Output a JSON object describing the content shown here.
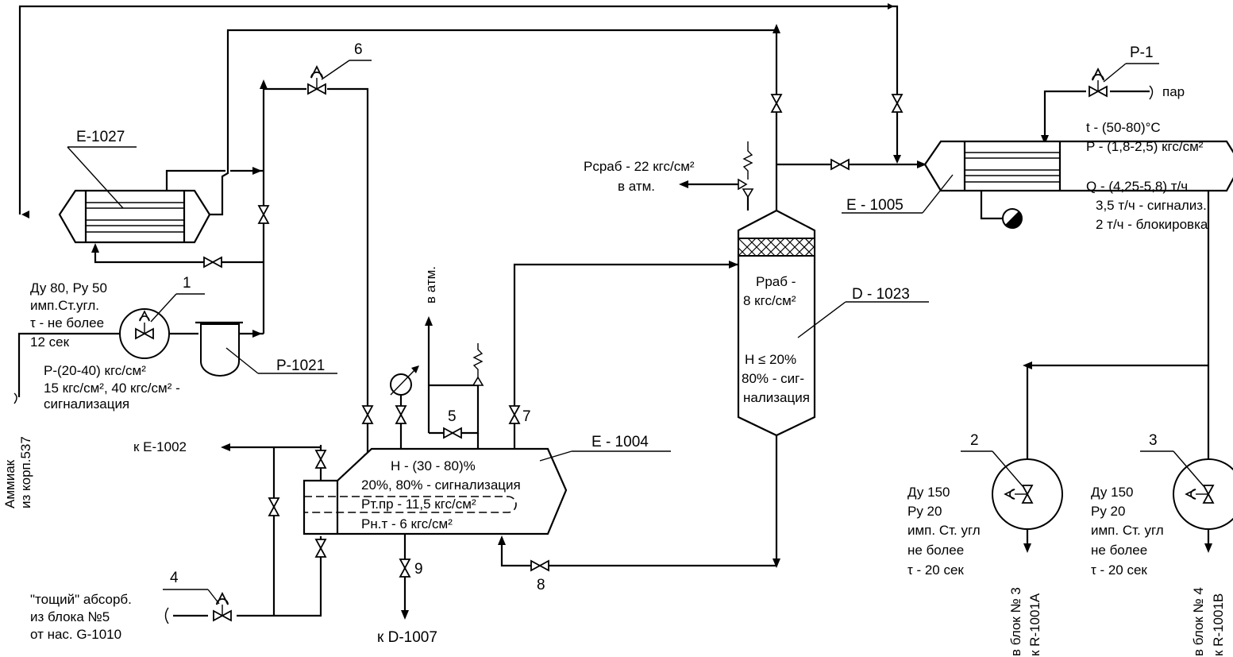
{
  "equipment": {
    "e1027": "E-1027",
    "p1021": "P-1021",
    "e1004": "E - 1004",
    "d1023": "D - 1023",
    "e1005": "E - 1005"
  },
  "valves": {
    "v1": "1",
    "v2": "2",
    "v3": "3",
    "v4": "4",
    "v5": "5",
    "v6": "6",
    "v7": "7",
    "v8": "8",
    "v9": "9",
    "vp1": "P-1"
  },
  "notes": {
    "v1": [
      "Ду 80, Ру 50",
      "имп.Ст.угл.",
      "τ - не более",
      "12 сек"
    ],
    "p1021_pressure": [
      "P-(20-40) кгс/см²",
      "15 кгс/см², 40 кгс/см² -",
      "сигнализация"
    ],
    "ammonia_1": "Аммиак",
    "ammonia_2": "из корп.537",
    "to_e1002": "к  E-1002",
    "lean_absorbent": [
      "\"тощий\" абсорб.",
      "из блока №5",
      "от нас. G-1010"
    ],
    "to_d1007": "к D-1007",
    "to_atm_vertical": "в атм.",
    "e1004_level": "H - (30 - 80)%",
    "e1004_alarm": "20%, 80% - сигнализация",
    "e1004_tube": "Рт.пр - 11,5 кгс/см²",
    "e1004_shell": "Рн.т - 6 кгс/см²",
    "d1023_relief_1": "Рсраб - 22 кгс/см²",
    "d1023_relief_2": "в атм.",
    "d1023_pwork_1": "Рраб -",
    "d1023_pwork_2": "8 кгс/см²",
    "d1023_level": [
      "H ≤ 20%",
      "80% - сиг-",
      "нализация"
    ],
    "steam": "пар",
    "e1005_params": [
      "t - (50-80)°C",
      "P - (1,8-2,5) кгс/см²",
      "Q - (4,25-5,8) т/ч",
      "3,5 т/ч - сигнализ.",
      "2 т/ч - блокировка"
    ],
    "v2": [
      "Ду 150",
      "Ру 20",
      "имп. Ст. угл",
      "не более",
      "τ - 20 сек"
    ],
    "v3": [
      "Ду 150",
      "Ру 20",
      "имп. Ст. угл",
      "не более",
      "τ - 20 сек"
    ],
    "to_block3_1": "в блок № 3",
    "to_block3_2": "к R-1001A",
    "to_block4_1": "в блок № 4",
    "to_block4_2": "к R-1001B"
  }
}
